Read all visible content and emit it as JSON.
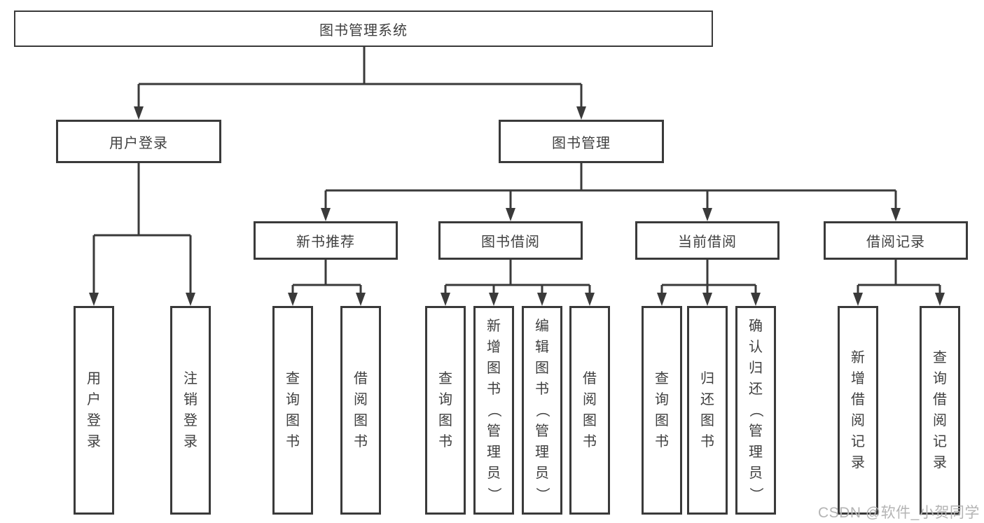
{
  "tree": {
    "label": "图书管理系统",
    "children": [
      {
        "label": "用户登录",
        "children": [
          {
            "label": "用户登录"
          },
          {
            "label": "注销登录"
          }
        ]
      },
      {
        "label": "图书管理",
        "children": [
          {
            "label": "新书推荐",
            "children": [
              {
                "label": "查询图书"
              },
              {
                "label": "借阅图书"
              }
            ]
          },
          {
            "label": "图书借阅",
            "children": [
              {
                "label": "查询图书"
              },
              {
                "label": "新增图书（管理员）"
              },
              {
                "label": "编辑图书（管理员）"
              },
              {
                "label": "借阅图书"
              }
            ]
          },
          {
            "label": "当前借阅",
            "children": [
              {
                "label": "查询图书"
              },
              {
                "label": "归还图书"
              },
              {
                "label": "确认归还（管理员）"
              }
            ]
          },
          {
            "label": "借阅记录",
            "children": [
              {
                "label": "新增借阅记录"
              },
              {
                "label": "查询借阅记录"
              }
            ]
          }
        ]
      }
    ]
  },
  "watermark": {
    "text": "CSDN @软件_小贺同学"
  },
  "colors": {
    "line": "#3a3a3a",
    "text": "#3f3f3f",
    "box_bg": "#ffffff",
    "watermark": "#b4b4b4"
  }
}
